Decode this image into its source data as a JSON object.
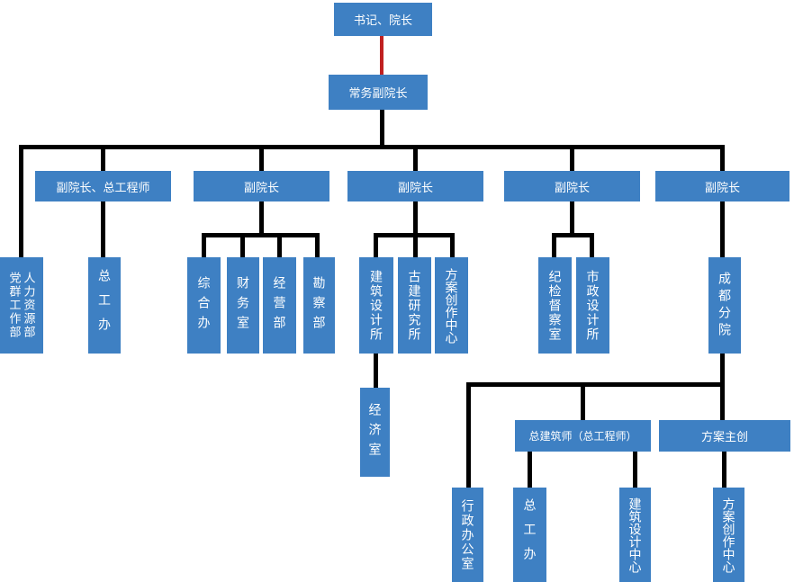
{
  "diagram_type": "org-chart",
  "colors": {
    "box_fill": "#3E80C3",
    "connector": "#000000",
    "top_connector_red": "#C02020",
    "box_text": "#FFFFFF"
  },
  "nodes": {
    "secretary_dean": {
      "label": "书记、院长"
    },
    "executive_vice_dean": {
      "label": "常务副院长"
    },
    "vice_dean_chief_engineer": {
      "label": "副院长、总工程师"
    },
    "vice_dean_b": {
      "label": "副院长"
    },
    "vice_dean_c": {
      "label": "副院长"
    },
    "vice_dean_d": {
      "label": "副院长"
    },
    "vice_dean_e": {
      "label": "副院长"
    },
    "party_mass_dept": {
      "label": "党群工作部"
    },
    "hr_dept": {
      "label": "人力资源部"
    },
    "chief_engineer_office": {
      "label": "总工办"
    },
    "general_office": {
      "label": "综合办"
    },
    "finance_office": {
      "label": "财务室"
    },
    "business_dept": {
      "label": "经营部"
    },
    "survey_dept": {
      "label": "勘察部"
    },
    "architectural_design_institute": {
      "label": "建筑设计所"
    },
    "ancient_architecture_institute": {
      "label": "古建研究所"
    },
    "scheme_creation_center": {
      "label": "方案创作中心"
    },
    "economics_office": {
      "label": "经济室"
    },
    "discipline_inspection_office": {
      "label": "纪检督察室"
    },
    "municipal_design_institute": {
      "label": "市政设计所"
    },
    "chengdu_branch": {
      "label": "成都分院"
    },
    "admin_office": {
      "label": "行政办公室"
    },
    "chief_architect": {
      "label": "总建筑师（总工程师）"
    },
    "scheme_lead": {
      "label": "方案主创"
    },
    "chengdu_chief_engineer_office": {
      "label": "总工办"
    },
    "architectural_design_center": {
      "label": "建筑设计中心"
    },
    "chengdu_scheme_creation_center": {
      "label": "方案创作中心"
    }
  },
  "edges": [
    {
      "from": "secretary_dean",
      "to": "executive_vice_dean",
      "style": "red"
    },
    {
      "from": "executive_vice_dean",
      "to": "party_mass_dept",
      "style": "black"
    },
    {
      "from": "executive_vice_dean",
      "to": "hr_dept",
      "style": "black"
    },
    {
      "from": "executive_vice_dean",
      "to": "vice_dean_chief_engineer",
      "style": "black"
    },
    {
      "from": "executive_vice_dean",
      "to": "vice_dean_b",
      "style": "black"
    },
    {
      "from": "executive_vice_dean",
      "to": "vice_dean_c",
      "style": "black"
    },
    {
      "from": "executive_vice_dean",
      "to": "vice_dean_d",
      "style": "black"
    },
    {
      "from": "executive_vice_dean",
      "to": "vice_dean_e",
      "style": "black"
    },
    {
      "from": "vice_dean_chief_engineer",
      "to": "chief_engineer_office",
      "style": "black"
    },
    {
      "from": "vice_dean_b",
      "to": "general_office",
      "style": "black"
    },
    {
      "from": "vice_dean_b",
      "to": "finance_office",
      "style": "black"
    },
    {
      "from": "vice_dean_b",
      "to": "business_dept",
      "style": "black"
    },
    {
      "from": "vice_dean_b",
      "to": "survey_dept",
      "style": "black"
    },
    {
      "from": "vice_dean_c",
      "to": "architectural_design_institute",
      "style": "black"
    },
    {
      "from": "vice_dean_c",
      "to": "ancient_architecture_institute",
      "style": "black"
    },
    {
      "from": "vice_dean_c",
      "to": "scheme_creation_center",
      "style": "black"
    },
    {
      "from": "architectural_design_institute",
      "to": "economics_office",
      "style": "black"
    },
    {
      "from": "vice_dean_d",
      "to": "discipline_inspection_office",
      "style": "black"
    },
    {
      "from": "vice_dean_d",
      "to": "municipal_design_institute",
      "style": "black"
    },
    {
      "from": "vice_dean_e",
      "to": "chengdu_branch",
      "style": "black"
    },
    {
      "from": "chengdu_branch",
      "to": "admin_office",
      "style": "black"
    },
    {
      "from": "chengdu_branch",
      "to": "chief_architect",
      "style": "black"
    },
    {
      "from": "chengdu_branch",
      "to": "scheme_lead",
      "style": "black"
    },
    {
      "from": "chief_architect",
      "to": "chengdu_chief_engineer_office",
      "style": "black"
    },
    {
      "from": "chief_architect",
      "to": "architectural_design_center",
      "style": "black"
    },
    {
      "from": "scheme_lead",
      "to": "chengdu_scheme_creation_center",
      "style": "black"
    }
  ]
}
